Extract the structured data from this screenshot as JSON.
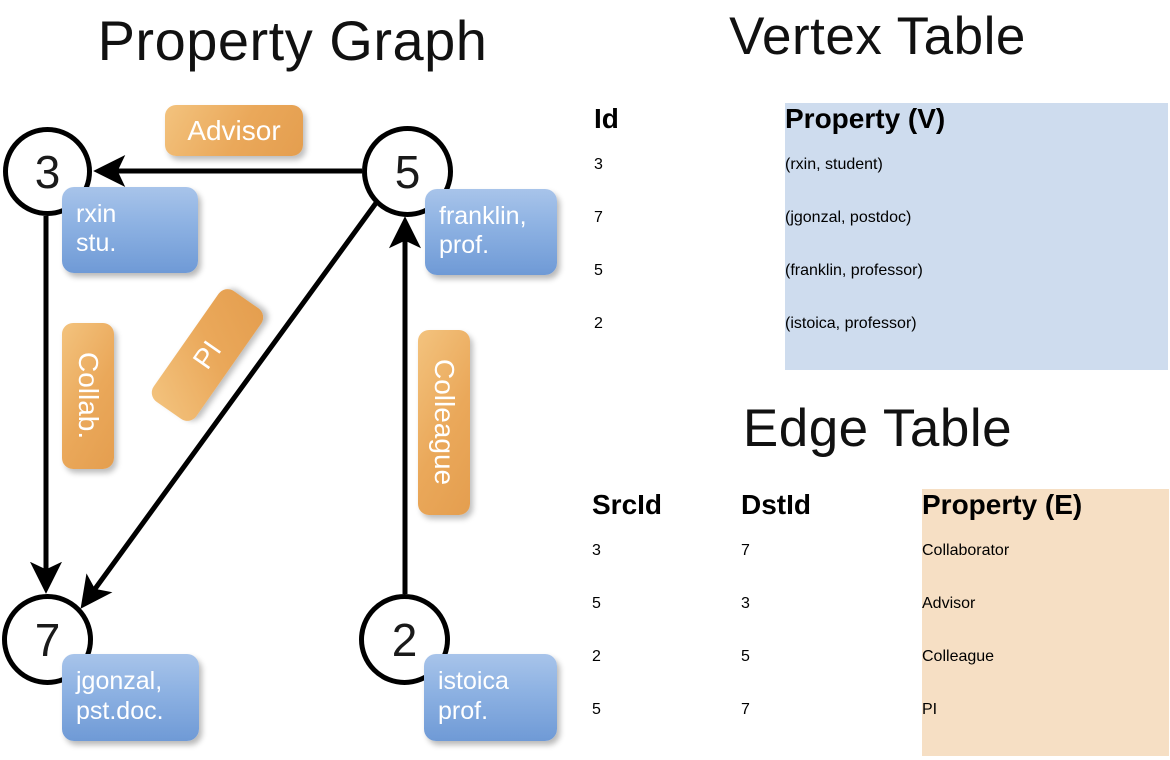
{
  "titles": {
    "property_graph": "Property Graph",
    "vertex_table": "Vertex Table",
    "edge_table": "Edge Table"
  },
  "graph": {
    "nodes": [
      {
        "id": "3",
        "label": "3",
        "property_line1": "rxin",
        "property_line2": "stu."
      },
      {
        "id": "5",
        "label": "5",
        "property_line1": "franklin,",
        "property_line2": "prof."
      },
      {
        "id": "7",
        "label": "7",
        "property_line1": "jgonzal,",
        "property_line2": "pst.doc."
      },
      {
        "id": "2",
        "label": "2",
        "property_line1": "istoica",
        "property_line2": "prof."
      }
    ],
    "edge_labels": {
      "advisor": "Advisor",
      "collab": "Collab.",
      "pi": "PI",
      "colleague": "Colleague"
    }
  },
  "vertex_table": {
    "headers": [
      "Id",
      "Property (V)"
    ],
    "rows": [
      {
        "id": "3",
        "property": "(rxin, student)"
      },
      {
        "id": "7",
        "property": "(jgonzal, postdoc)"
      },
      {
        "id": "5",
        "property": "(franklin, professor)"
      },
      {
        "id": "2",
        "property": "(istoica, professor)"
      }
    ]
  },
  "edge_table": {
    "headers": [
      "SrcId",
      "DstId",
      "Property (E)"
    ],
    "rows": [
      {
        "src": "3",
        "dst": "7",
        "property": "Collaborator"
      },
      {
        "src": "5",
        "dst": "3",
        "property": "Advisor"
      },
      {
        "src": "2",
        "dst": "5",
        "property": "Colleague"
      },
      {
        "src": "5",
        "dst": "7",
        "property": "PI"
      }
    ]
  },
  "colors": {
    "vertex_property_fill": "#cedcee",
    "edge_property_fill": "#f6dfc4",
    "node_badge_blue": "#8fb3e3",
    "edge_badge_orange": "#eaa85a",
    "stroke": "#000000",
    "background": "#ffffff"
  }
}
